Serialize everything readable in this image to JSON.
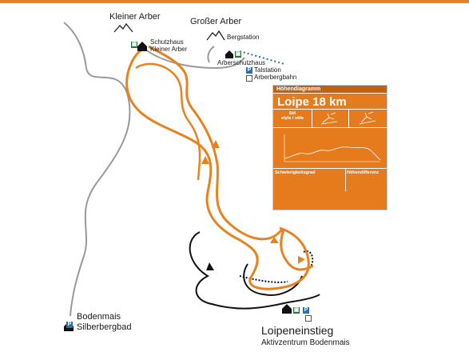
{
  "colors": {
    "route": "#e8821e",
    "road": "#9a9a9a",
    "dark_route": "#111111",
    "panel_bg": "#e57b1d",
    "panel_head": "#c95f05",
    "topbar": "#e8821e",
    "green_icon": "#1f7a3a",
    "blue_icon": "#2a6fb0"
  },
  "labels": {
    "kleiner_arber": "Kleiner Arber",
    "grosser_arber": "Großer Arber",
    "bergstation": "Bergstation",
    "schutzhaus_line1": "Schutzhaus",
    "schutzhaus_line2": "Kleiner Arber",
    "arberschutzhaus": "Arberschutzhaus",
    "talstation_line1": "Talstation",
    "talstation_line2": "Arberbergbahn",
    "bodenmais_line1": "Bodenmais",
    "bodenmais_line2": "Silberbergbad",
    "loipeneinstieg": "Loipeneinstieg",
    "aktivzentrum": "Aktivzentrum Bodenmais"
  },
  "icons": {
    "parking": "P",
    "parking_icon": "parking-icon",
    "restaurant_icon": "restaurant-icon",
    "hut_icon": "hut-icon",
    "mountain_icon": "mountain-icon",
    "cablecar_icon": "cablecar-icon",
    "arrow_icon": "direction-arrow-icon",
    "skier_icon": "skier-icon"
  },
  "panel": {
    "heading": "Höhendiagramm",
    "title": "Loipe 18 km",
    "stil_label": "Stil",
    "stil_sub": "style / stile",
    "schwierigkeit": "Schwierigkeitsgrad",
    "hoehendifferenz": "Höhendifferenz"
  }
}
